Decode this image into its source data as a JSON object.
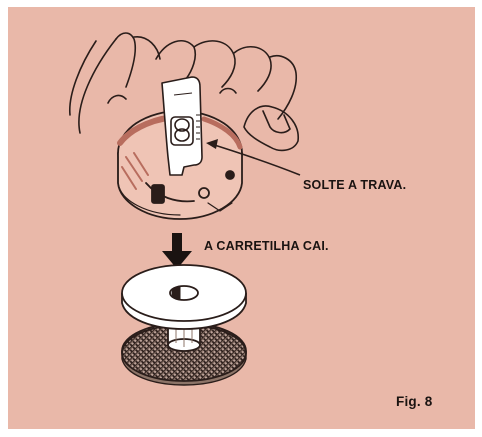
{
  "figure": {
    "background_color": "#e9b8a9",
    "ink_color": "#2a1d1a",
    "labels": {
      "release_latch": "SOLTE A TRAVA.",
      "bobbin_falls": "A CARRETILHA CAI.",
      "figure_number": "Fig. 8"
    },
    "illustrations": {
      "hand": "hand-icon",
      "bobbin_case": "bobbin-case-icon",
      "latch": "latch-icon",
      "down_arrow": "arrow-down-icon",
      "bobbin": "bobbin-icon"
    }
  }
}
